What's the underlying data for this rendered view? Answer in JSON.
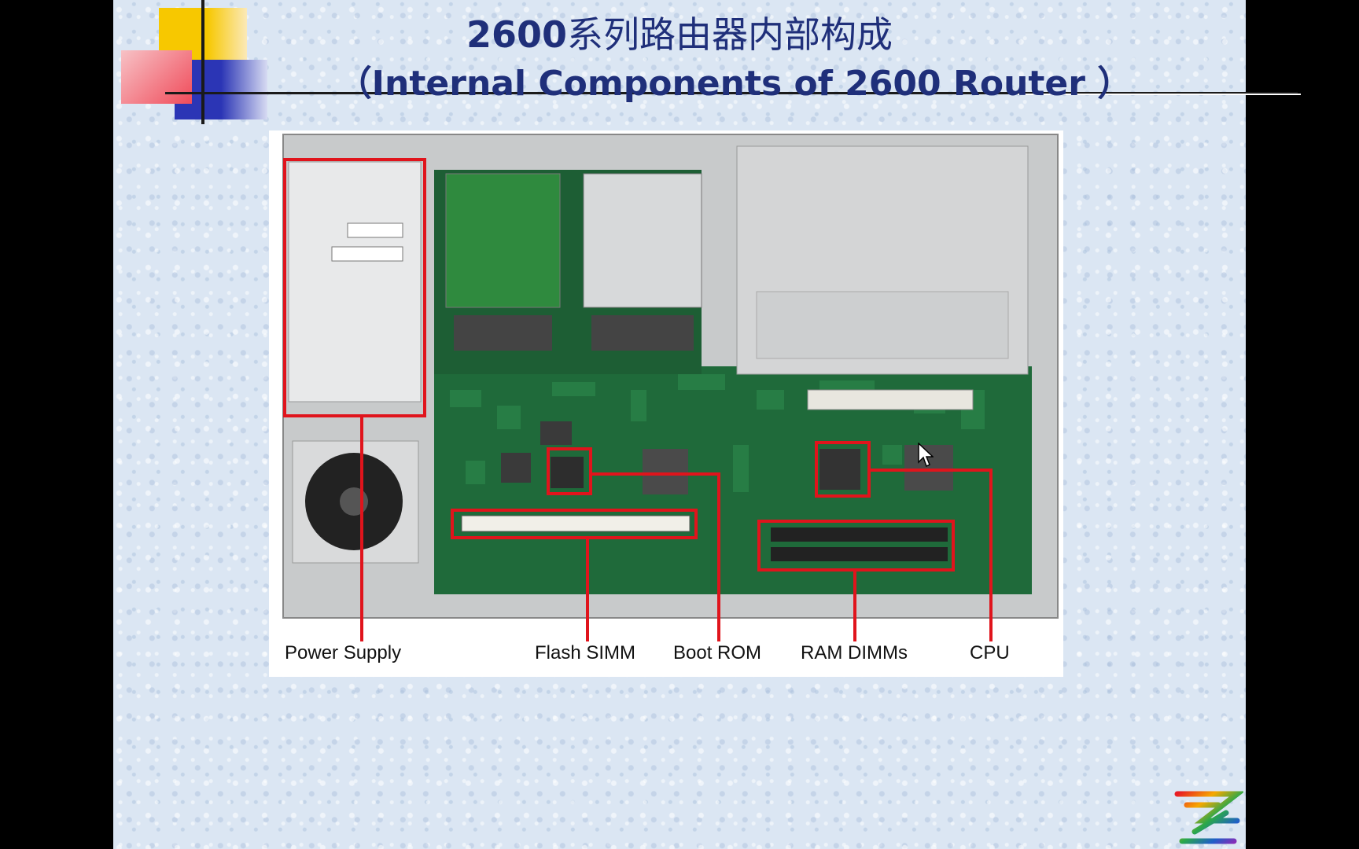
{
  "slide": {
    "title_number": "2600",
    "title_cn": "系列路由器内部构成",
    "title_en": "（Internal Components of 2600 Router ）"
  },
  "labels": {
    "power_supply": "Power Supply",
    "flash_simm": "Flash SIMM",
    "boot_rom": "Boot ROM",
    "ram_dimms": "RAM DIMMs",
    "cpu": "CPU"
  },
  "colors": {
    "title": "#1f2f7a",
    "callout": "#e0141c",
    "board": "#1f6a3a"
  },
  "icons": [
    "router-board-photo",
    "cursor-arrow-icon",
    "zte-logo"
  ]
}
